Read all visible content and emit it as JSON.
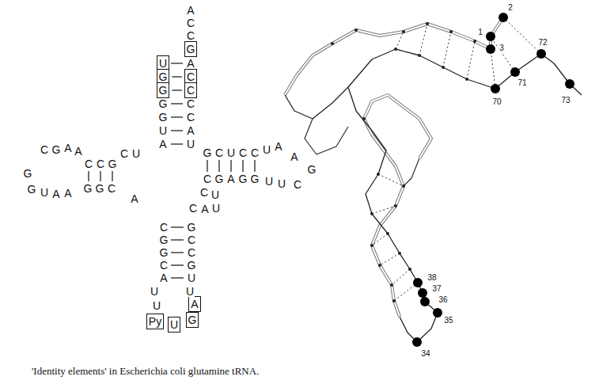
{
  "diagram": {
    "caption": "'Identity elements' in Escherichia coli glutamine tRNA.",
    "nodes": [
      {
        "text": [
          "G"
        ]
      },
      {
        "text": [
          "U"
        ]
      },
      {
        "text": [
          "G"
        ]
      },
      {
        "text": [
          "C"
        ]
      },
      {
        "text": [
          "G"
        ]
      },
      {
        "text": [
          "C"
        ]
      },
      {
        "text": [
          "A"
        ]
      },
      {
        "text": [
          "Py"
        ]
      },
      {
        "text": [
          "U"
        ]
      },
      {
        "text": [
          "G"
        ]
      }
    ],
    "edges": [
      {
        "from": 2,
        "to": 3,
        "arrow": "none"
      },
      {
        "from": 4,
        "to": 5,
        "arrow": "none"
      }
    ],
    "labels": [
      "A",
      "C",
      "C",
      "A",
      "G",
      "C",
      "G",
      "C",
      "U",
      "A",
      "A",
      "U",
      "C",
      "G",
      "A",
      "A",
      "C",
      "U",
      "C",
      "C",
      "G",
      "G",
      "G",
      "U",
      "A",
      "A",
      "G",
      "G",
      "C",
      "A",
      "G",
      "C",
      "U",
      "C",
      "C",
      "U",
      "A",
      "A",
      "G",
      "C",
      "G",
      "A",
      "G",
      "G",
      "U",
      "U",
      "C",
      "C",
      "U",
      "C",
      "A",
      "U",
      "C",
      "G",
      "G",
      "C",
      "G",
      "C",
      "C",
      "G",
      "A",
      "U",
      "U",
      "U",
      "U",
      "2",
      "1",
      "3",
      "72",
      "71",
      "70",
      "73",
      "38",
      "37",
      "36",
      "35",
      "34"
    ]
  }
}
